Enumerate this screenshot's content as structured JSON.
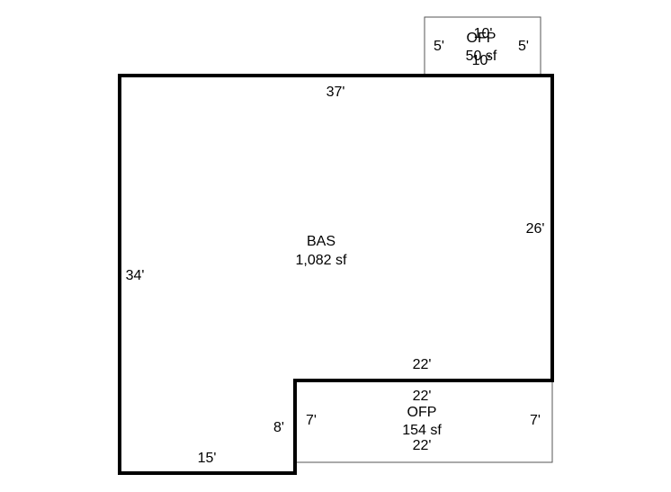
{
  "areas": {
    "bas": {
      "name": "BAS",
      "area": "1,082 sf"
    },
    "ofp_top": {
      "name": "OFP",
      "area": "50 sf"
    },
    "ofp_bottom": {
      "name": "OFP",
      "area": "154 sf"
    }
  },
  "dimensions": {
    "bas_top": "37'",
    "bas_right": "26'",
    "bas_left": "34'",
    "bas_step_top": "22'",
    "bas_step_side": "8'",
    "bas_bottom": "15'",
    "ofp_top_top": "10'",
    "ofp_top_bottom": "10'",
    "ofp_top_left": "5'",
    "ofp_top_right": "5'",
    "ofp_bottom_top": "22'",
    "ofp_bottom_bottom": "22'",
    "ofp_bottom_left": "7'",
    "ofp_bottom_right": "7'"
  },
  "colors": {
    "line": "#000000",
    "background": "#ffffff",
    "thin_line": "#555555"
  }
}
